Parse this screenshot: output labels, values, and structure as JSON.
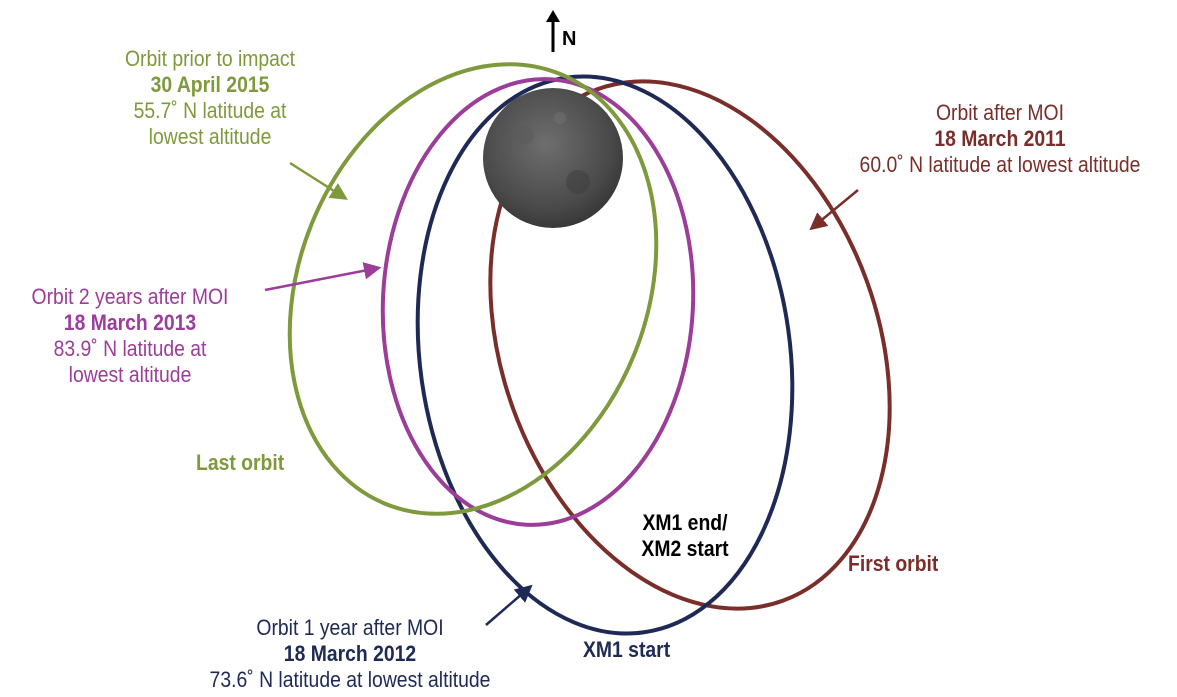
{
  "north": {
    "label": "N"
  },
  "colors": {
    "green": "#7e9a3c",
    "magenta": "#9b3d99",
    "navy": "#1e2a55",
    "maroon": "#7a2e2a",
    "planet": "#4a4a4a"
  },
  "orbits": [
    {
      "id": "last",
      "color": "green",
      "lines": [
        "Orbit prior to impact",
        "30 April 2015",
        "55.7˚ N latitude at",
        "lowest altitude"
      ],
      "bold_line": 1,
      "tag": "Last orbit"
    },
    {
      "id": "two-year",
      "color": "magenta",
      "lines": [
        "Orbit 2 years after MOI",
        "18 March 2013",
        "83.9˚ N latitude at",
        "lowest altitude"
      ],
      "bold_line": 1
    },
    {
      "id": "one-year",
      "color": "navy",
      "lines": [
        "Orbit 1 year after MOI",
        "18 March 2012",
        "73.6˚ N latitude at lowest altitude"
      ],
      "bold_line": 1,
      "tag": "XM1 start"
    },
    {
      "id": "first",
      "color": "maroon",
      "lines": [
        "Orbit after MOI",
        "18 March 2011",
        "60.0˚ N latitude at lowest altitude"
      ],
      "bold_line": 1,
      "tag": "First orbit"
    }
  ],
  "xm_transition": {
    "lines": [
      "XM1 end/",
      "XM2 start"
    ]
  }
}
